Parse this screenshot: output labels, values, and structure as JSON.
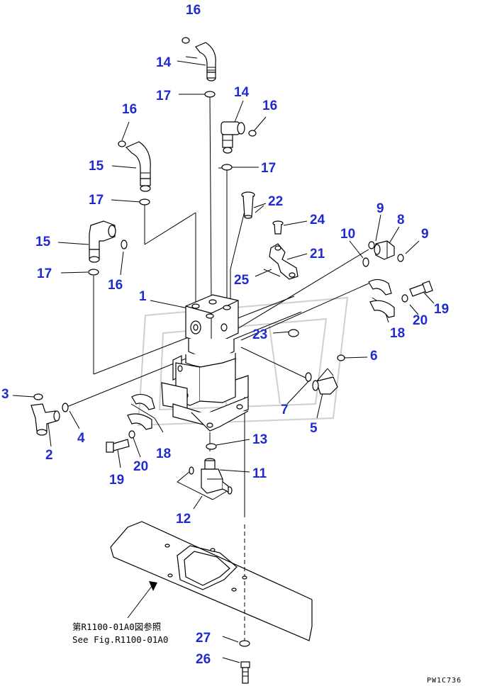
{
  "callouts": [
    {
      "id": "c16a",
      "label": "16"
    },
    {
      "id": "c14a",
      "label": "14"
    },
    {
      "id": "c17a",
      "label": "17"
    },
    {
      "id": "c14b",
      "label": "14"
    },
    {
      "id": "c16b",
      "label": "16"
    },
    {
      "id": "c16c",
      "label": "16"
    },
    {
      "id": "c15a",
      "label": "15"
    },
    {
      "id": "c17b",
      "label": "17"
    },
    {
      "id": "c17c",
      "label": "17"
    },
    {
      "id": "c22",
      "label": "22"
    },
    {
      "id": "c9a",
      "label": "9"
    },
    {
      "id": "c8",
      "label": "8"
    },
    {
      "id": "c24",
      "label": "24"
    },
    {
      "id": "c10",
      "label": "10"
    },
    {
      "id": "c9b",
      "label": "9"
    },
    {
      "id": "c15b",
      "label": "15"
    },
    {
      "id": "c21",
      "label": "21"
    },
    {
      "id": "c17d",
      "label": "17"
    },
    {
      "id": "c16d",
      "label": "16"
    },
    {
      "id": "c25",
      "label": "25"
    },
    {
      "id": "c1",
      "label": "1"
    },
    {
      "id": "c19a",
      "label": "19"
    },
    {
      "id": "c20a",
      "label": "20"
    },
    {
      "id": "c23",
      "label": "23"
    },
    {
      "id": "c18a",
      "label": "18"
    },
    {
      "id": "c6",
      "label": "6"
    },
    {
      "id": "c3",
      "label": "3"
    },
    {
      "id": "c7",
      "label": "7"
    },
    {
      "id": "c5",
      "label": "5"
    },
    {
      "id": "c4",
      "label": "4"
    },
    {
      "id": "c2",
      "label": "2"
    },
    {
      "id": "c13",
      "label": "13"
    },
    {
      "id": "c18b",
      "label": "18"
    },
    {
      "id": "c20b",
      "label": "20"
    },
    {
      "id": "c19b",
      "label": "19"
    },
    {
      "id": "c11",
      "label": "11"
    },
    {
      "id": "c12",
      "label": "12"
    },
    {
      "id": "c27",
      "label": "27"
    },
    {
      "id": "c26",
      "label": "26"
    }
  ],
  "reference_note": {
    "line_ja": "第R1100-01A0図参照",
    "line_en": "See Fig.R1100-01A0"
  },
  "drawing_code": "PW1C736",
  "colors": {
    "callout": "#1f2bd1",
    "line": "#000000",
    "background": "#ffffff"
  }
}
